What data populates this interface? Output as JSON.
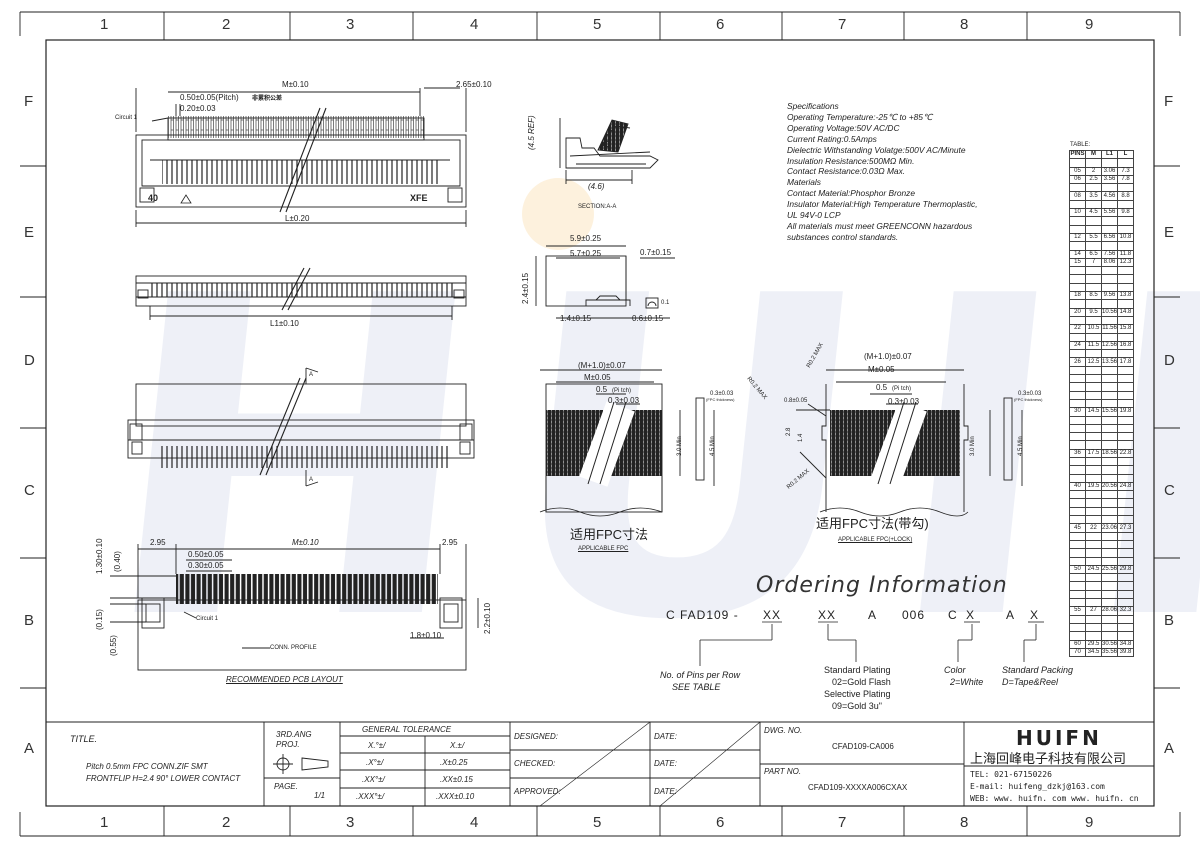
{
  "colors": {
    "line": "#222222",
    "watermark": "#1b3c9a",
    "accent": "#f5b041"
  },
  "grid": {
    "cols": [
      "1",
      "2",
      "3",
      "4",
      "5",
      "6",
      "7",
      "8",
      "9"
    ],
    "rows": [
      "F",
      "E",
      "D",
      "C",
      "B",
      "A"
    ]
  },
  "watermark": {
    "text": "HUIFN"
  },
  "drawing": {
    "top_view": {
      "dim_m": "M±0.10",
      "dim_265": "2.65±0.10",
      "dim_pitch": "0.50±0.05(Pitch)",
      "pitch_note": "非累积公差",
      "dim_020": "0.20±0.03",
      "circuit": "Circuit 1",
      "pin_mark": "40",
      "brand": "XFE",
      "dim_l": "L±0.20"
    },
    "side_view": {
      "dim_l1": "L1±0.10"
    },
    "section": {
      "ref_h": "(4.5 REF)",
      "w": "(4.6)",
      "label": "SECTION:A-A"
    },
    "profile": {
      "d1": "5.9±0.25",
      "d2": "5.7±0.25",
      "d3": "0.7±0.15",
      "d4": "2.4±0.15",
      "d5": "1.4±0.15",
      "d6": "0.6±0.15",
      "flat": "0.1"
    },
    "front_view": {
      "section_mark": "A"
    },
    "pcb": {
      "d295a": "2.95",
      "dm": "M±0.10",
      "d295b": "2.95",
      "d050": "0.50±0.05",
      "d030": "0.30±0.05",
      "d130": "1.30±0.10",
      "d040": "(0.40)",
      "d015": "(0.15)",
      "d055": "(0.55)",
      "d220": "2.2±0.10",
      "d180": "1.8±0.10",
      "circuit": "Circuit 1",
      "profile": "CONN. PROFILE",
      "title": "RECOMMENDED PCB LAYOUT"
    },
    "fpc1": {
      "d1": "(M+1.0)±0.07",
      "d2": "M±0.05",
      "d3": "0.5",
      "pitch": "(Pi tch)",
      "d4": "0.3±0.03",
      "thk": "0.3±0.03",
      "thk_note": "(FPC thickness)",
      "min30": "3.0 Min",
      "min45": "4.5 Min",
      "cn": "适用FPC寸法",
      "en": "APPLICABLE FPC"
    },
    "fpc2": {
      "d1": "(M+1.0)±0.07",
      "d2": "M±0.05",
      "d3": "0.5",
      "pitch": "(Pi tch)",
      "d4": "0.3±0.03",
      "r1": "R0.2 MAX",
      "r2": "R0.2 MAX",
      "r3": "R0.2 MAX",
      "d08": "0.8±0.05",
      "d28": "2.8",
      "d14": "1.4",
      "thk": "0.3±0.03",
      "thk_note": "(FPC thickness)",
      "min30": "3.0 Min",
      "min45": "4.5 Min",
      "cn": "适用FPC寸法(带勾)",
      "en": "APPLICABLE FPC(+LOCK)"
    }
  },
  "specs": {
    "lines": [
      "Specifications",
      "Operating Temperature:-25℃ to +85℃",
      "Operating Voltage:50V AC/DC",
      "Current Rating:0.5Amps",
      "Dielectric Withstanding Volatge:500V AC/Minute",
      "Insulation Resistance:500MΩ Min.",
      "Contact Resistance:0.03Ω Max.",
      "Materials",
      "Contact Material:Phosphor Bronze",
      "Insulator Material:High Temperature Thermoplastic,",
      "UL 94V-0 LCP",
      "All materials must meet GREENCONN hazardous",
      "substances control standards."
    ]
  },
  "pin_table": {
    "title": "TABLE:",
    "headers": [
      "PINS",
      "M",
      "L1",
      "L"
    ],
    "rows": [
      [
        "",
        "",
        "",
        ""
      ],
      [
        "05",
        "2",
        "3.06",
        "7.3"
      ],
      [
        "06",
        "2.5",
        "3.56",
        "7.8"
      ],
      [
        "",
        "",
        "",
        ""
      ],
      [
        "08",
        "3.5",
        "4.56",
        "8.8"
      ],
      [
        "",
        "",
        "",
        ""
      ],
      [
        "10",
        "4.5",
        "5.56",
        "9.8"
      ],
      [
        "",
        "",
        "",
        ""
      ],
      [
        "",
        "",
        "",
        ""
      ],
      [
        "12",
        "5.5",
        "6.56",
        "10.8"
      ],
      [
        "",
        "",
        "",
        ""
      ],
      [
        "14",
        "6.5",
        "7.56",
        "11.8"
      ],
      [
        "15",
        "7",
        "8.06",
        "12.3"
      ],
      [
        "",
        "",
        "",
        ""
      ],
      [
        "",
        "",
        "",
        ""
      ],
      [
        "",
        "",
        "",
        ""
      ],
      [
        "18",
        "8.5",
        "9.56",
        "13.8"
      ],
      [
        "",
        "",
        "",
        ""
      ],
      [
        "20",
        "9.5",
        "10.56",
        "14.8"
      ],
      [
        "",
        "",
        "",
        ""
      ],
      [
        "22",
        "10.5",
        "11.56",
        "15.8"
      ],
      [
        "",
        "",
        "",
        ""
      ],
      [
        "24",
        "11.5",
        "12.56",
        "16.8"
      ],
      [
        "",
        "",
        "",
        ""
      ],
      [
        "26",
        "12.5",
        "13.56",
        "17.8"
      ],
      [
        "",
        "",
        "",
        ""
      ],
      [
        "",
        "",
        "",
        ""
      ],
      [
        "",
        "",
        "",
        ""
      ],
      [
        "",
        "",
        "",
        ""
      ],
      [
        "",
        "",
        "",
        ""
      ],
      [
        "30",
        "14.5",
        "15.56",
        "19.8"
      ],
      [
        "",
        "",
        "",
        ""
      ],
      [
        "",
        "",
        "",
        ""
      ],
      [
        "",
        "",
        "",
        ""
      ],
      [
        "",
        "",
        "",
        ""
      ],
      [
        "36",
        "17.5",
        "18.56",
        "22.8"
      ],
      [
        "",
        "",
        "",
        ""
      ],
      [
        "",
        "",
        "",
        ""
      ],
      [
        "",
        "",
        "",
        ""
      ],
      [
        "40",
        "19.5",
        "20.56",
        "24.8"
      ],
      [
        "",
        "",
        "",
        ""
      ],
      [
        "",
        "",
        "",
        ""
      ],
      [
        "",
        "",
        "",
        ""
      ],
      [
        "",
        "",
        "",
        ""
      ],
      [
        "45",
        "22",
        "23.06",
        "27.3"
      ],
      [
        "",
        "",
        "",
        ""
      ],
      [
        "",
        "",
        "",
        ""
      ],
      [
        "",
        "",
        "",
        ""
      ],
      [
        "",
        "",
        "",
        ""
      ],
      [
        "50",
        "24.5",
        "25.56",
        "29.8"
      ],
      [
        "",
        "",
        "",
        ""
      ],
      [
        "",
        "",
        "",
        ""
      ],
      [
        "",
        "",
        "",
        ""
      ],
      [
        "",
        "",
        "",
        ""
      ],
      [
        "55",
        "27",
        "28.06",
        "32.3"
      ],
      [
        "",
        "",
        "",
        ""
      ],
      [
        "",
        "",
        "",
        ""
      ],
      [
        "",
        "",
        "",
        ""
      ],
      [
        "60",
        "29.5",
        "30.56",
        "34.8"
      ],
      [
        "70",
        "34.5",
        "35.56",
        "39.8"
      ]
    ]
  },
  "ordering": {
    "title": "Ordering Information",
    "parts": [
      "C FAD109 -",
      "XX",
      "XX",
      "A",
      "006",
      "C",
      "X",
      "A",
      "X"
    ],
    "pins_note_1": "No. of Pins per Row",
    "pins_note_2": "SEE TABLE",
    "plating": [
      "Standard Plating",
      "02=Gold Flash",
      "Selective Plating",
      "09=Gold 3u\""
    ],
    "color": [
      "Color",
      "2=White"
    ],
    "packing": [
      "Standard Packing",
      "D=Tape&Reel"
    ]
  },
  "title_block": {
    "title_label": "TITLE.",
    "title_1": "Pitch 0.5mm FPC CONN.ZIF SMT",
    "title_2": "FRONTFLIP H=2.4 90° LOWER CONTACT",
    "proj_1": "3RD.ANG",
    "proj_2": "PROJ.",
    "page_label": "PAGE.",
    "page_value": "1/1",
    "tol_header": "GENERAL TOLERANCE",
    "tol": [
      [
        "X.°±/",
        "X.±/"
      ],
      [
        ".X°±/",
        ".X±0.25"
      ],
      [
        ".XX°±/",
        ".XX±0.15"
      ],
      [
        ".XXX°±/",
        ".XXX±0.10"
      ]
    ],
    "designed": "DESIGNED:",
    "checked": "CHECKED:",
    "approved": "APPROVED:",
    "date": "DATE:",
    "dwg_label": "DWG. NO.",
    "dwg_value": "CFAD109-CA006",
    "part_label": "PART NO.",
    "part_value": "CFAD109-XXXXA006CXAX",
    "company_logo": "HUIFN",
    "company_name": "上海回峰电子科技有限公司",
    "tel": "TEL: 021-67150226",
    "email": "E-mail: huifeng_dzkj@163.com",
    "web": "WEB: www. huifn. com  www. huifn. cn"
  }
}
